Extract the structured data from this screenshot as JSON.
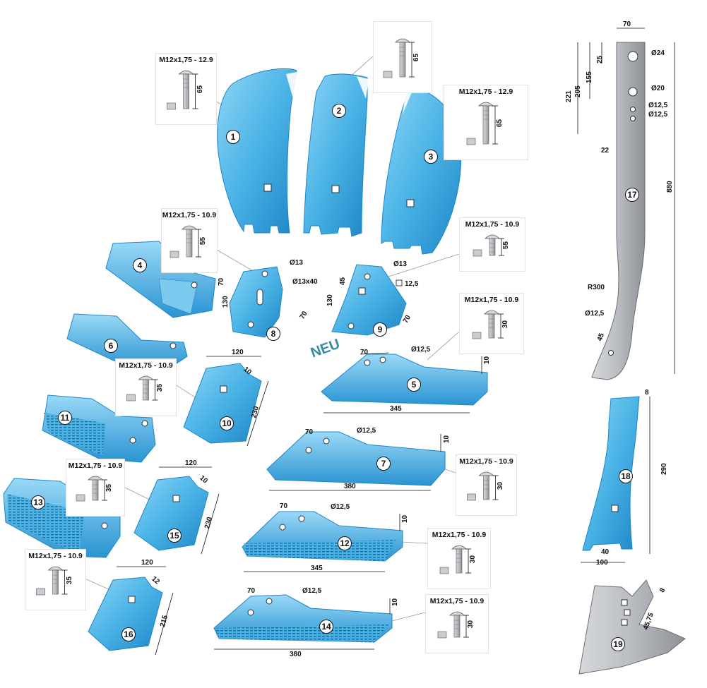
{
  "parts": [
    {
      "id": "1",
      "label": "1"
    },
    {
      "id": "2",
      "label": "2"
    },
    {
      "id": "3",
      "label": "3"
    },
    {
      "id": "4",
      "label": "4"
    },
    {
      "id": "5",
      "label": "5"
    },
    {
      "id": "6",
      "label": "6"
    },
    {
      "id": "7",
      "label": "7"
    },
    {
      "id": "8",
      "label": "8"
    },
    {
      "id": "9",
      "label": "9"
    },
    {
      "id": "10",
      "label": "10"
    },
    {
      "id": "11",
      "label": "11"
    },
    {
      "id": "12",
      "label": "12"
    },
    {
      "id": "13",
      "label": "13"
    },
    {
      "id": "14",
      "label": "14"
    },
    {
      "id": "15",
      "label": "15"
    },
    {
      "id": "16",
      "label": "16"
    },
    {
      "id": "17",
      "label": "17"
    },
    {
      "id": "18",
      "label": "18"
    },
    {
      "id": "19",
      "label": "19"
    }
  ],
  "bolts": [
    {
      "spec": "M12x1,75 - 12.9",
      "length": "65"
    },
    {
      "spec": "",
      "length": "65"
    },
    {
      "spec": "M12x1,75 - 12.9",
      "length": "65"
    },
    {
      "spec": "M12x1,75 - 10.9",
      "length": "55"
    },
    {
      "spec": "M12x1,75 - 10.9",
      "length": "55"
    },
    {
      "spec": "M12x1,75 - 10.9",
      "length": "30"
    },
    {
      "spec": "M12x1,75 - 10.9",
      "length": "35"
    },
    {
      "spec": "M12x1,75 - 10.9",
      "length": "30"
    },
    {
      "spec": "M12x1,75 - 10.9",
      "length": "35"
    },
    {
      "spec": "M12x1,75 - 10.9",
      "length": "30"
    },
    {
      "spec": "M12x1,75 - 10.9",
      "length": "35"
    },
    {
      "spec": "M12x1,75 - 10.9",
      "length": "30"
    }
  ],
  "dims": {
    "p8": {
      "hole": "Ø13",
      "slot": "Ø13x40",
      "h1": "70",
      "h2": "130",
      "w": "70"
    },
    "p9": {
      "hole": "Ø13",
      "square": "12,5",
      "h1": "45",
      "h2": "130",
      "w": "70"
    },
    "p5": {
      "pitch": "70",
      "hole": "Ø12,5",
      "thick": "10",
      "len": "345"
    },
    "p7": {
      "pitch": "70",
      "hole": "Ø12,5",
      "thick": "10",
      "len": "380"
    },
    "p12": {
      "pitch": "70",
      "hole": "Ø12,5",
      "thick": "10",
      "len": "345"
    },
    "p14": {
      "pitch": "70",
      "hole": "Ø12,5",
      "thick": "10",
      "len": "380"
    },
    "p10": {
      "w": "120",
      "t": "10",
      "h": "230"
    },
    "p15": {
      "w": "120",
      "t": "10",
      "h": "230"
    },
    "p16": {
      "w": "120",
      "t": "12",
      "h": "215"
    },
    "p17": {
      "w": "70",
      "d24": "Ø24",
      "d20": "Ø20",
      "d125a": "Ø12,5",
      "d125b": "Ø12,5",
      "a": "25",
      "b": "155",
      "c": "205",
      "d": "221",
      "t": "22",
      "len": "880",
      "r": "R300",
      "dl": "Ø12,5",
      "l45": "45"
    },
    "p18": {
      "t": "8",
      "h": "290",
      "w1": "40",
      "w2": "100"
    },
    "p19": {
      "t": "8",
      "slot": "45,75"
    }
  },
  "watermark": "NEU",
  "colors": {
    "blue": "#4ab3e6",
    "blue_light": "#8fd6f6",
    "blue_dark": "#1d86c6",
    "steel": "#b9bcc1",
    "steel_dark": "#7e8288"
  }
}
